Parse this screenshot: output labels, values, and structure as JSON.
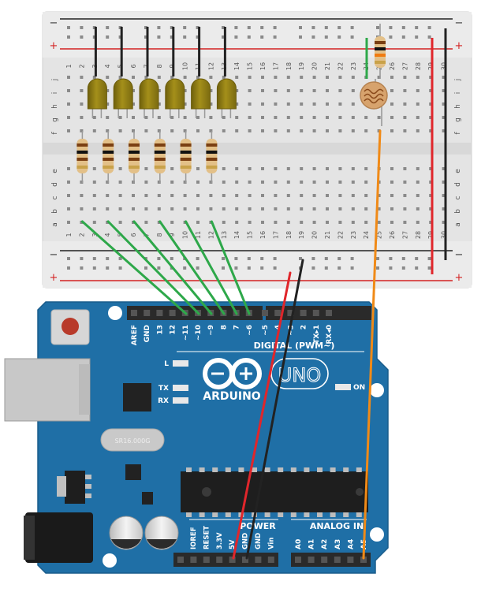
{
  "breadboard": {
    "column_numbers": [
      "1",
      "2",
      "3",
      "4",
      "5",
      "6",
      "7",
      "8",
      "9",
      "10",
      "11",
      "12",
      "13",
      "14",
      "15",
      "16",
      "17",
      "18",
      "19",
      "20",
      "21",
      "22",
      "23",
      "24",
      "25",
      "26",
      "27",
      "28",
      "29",
      "30"
    ],
    "top_rows": [
      "j",
      "i",
      "h",
      "g",
      "f"
    ],
    "bottom_rows": [
      "e",
      "d",
      "c",
      "b",
      "a"
    ],
    "rail_minus": "−",
    "rail_plus": "+"
  },
  "arduino": {
    "logo_text": "ARDUINO",
    "model": "UNO",
    "digital_header_title": "DIGITAL (PWM~)",
    "digital_pins": [
      "AREF",
      "GND",
      "13",
      "12",
      "~11",
      "~10",
      "~9",
      "8",
      "7",
      "~6",
      "~5",
      "4",
      "~3",
      "2",
      "TX▸1",
      "RX◂0"
    ],
    "led_l": "L",
    "led_tx": "TX",
    "led_rx": "RX",
    "led_on": "ON",
    "power_title": "POWER",
    "power_pins": [
      "IOREF",
      "RESET",
      "3.3V",
      "5V",
      "GND",
      "GND",
      "Vin"
    ],
    "analog_title": "ANALOG IN",
    "analog_pins": [
      "A0",
      "A1",
      "A2",
      "A3",
      "A4",
      "A5"
    ],
    "crystal_text": "SR16.000G"
  },
  "colors": {
    "board_blue": "#1f6fa6",
    "wire_green": "#2ea84a",
    "wire_red": "#e0262b",
    "wire_black": "#222222",
    "wire_orange": "#f08a17",
    "led_body": "#8f7c14"
  }
}
